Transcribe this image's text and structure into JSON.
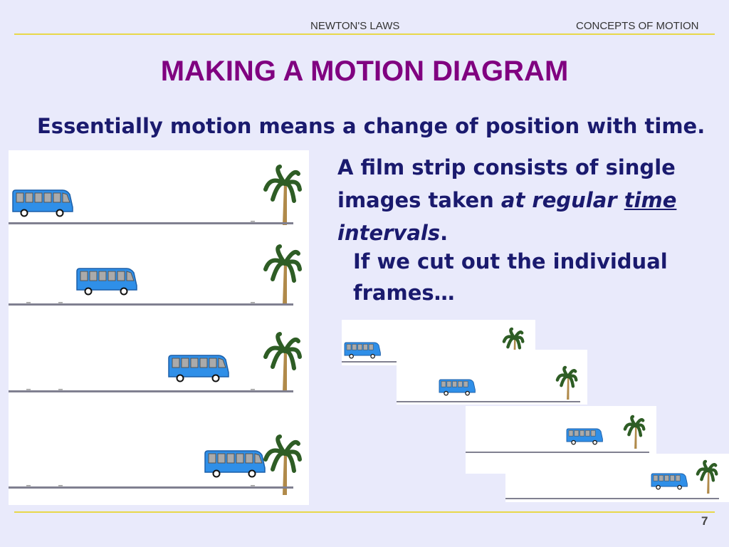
{
  "header": {
    "left": "NEWTON'S LAWS",
    "right": "CONCEPTS OF MOTION"
  },
  "title": "MAKING A MOTION DIAGRAM",
  "subtitle": "Essentially motion means a change of position with time.",
  "paragraph1": {
    "part1": "A film strip consists of single images taken ",
    "italic": "at regular ",
    "underlined": "time",
    "space": " ",
    "italic2": "intervals",
    "end": "."
  },
  "paragraph2": "If we cut out the individual frames…",
  "page_number": "7",
  "colors": {
    "background": "#e9eafb",
    "title": "#800080",
    "body_text": "#1a1a6e",
    "rule": "#e8d84a",
    "bus": "#2f8fe8"
  }
}
